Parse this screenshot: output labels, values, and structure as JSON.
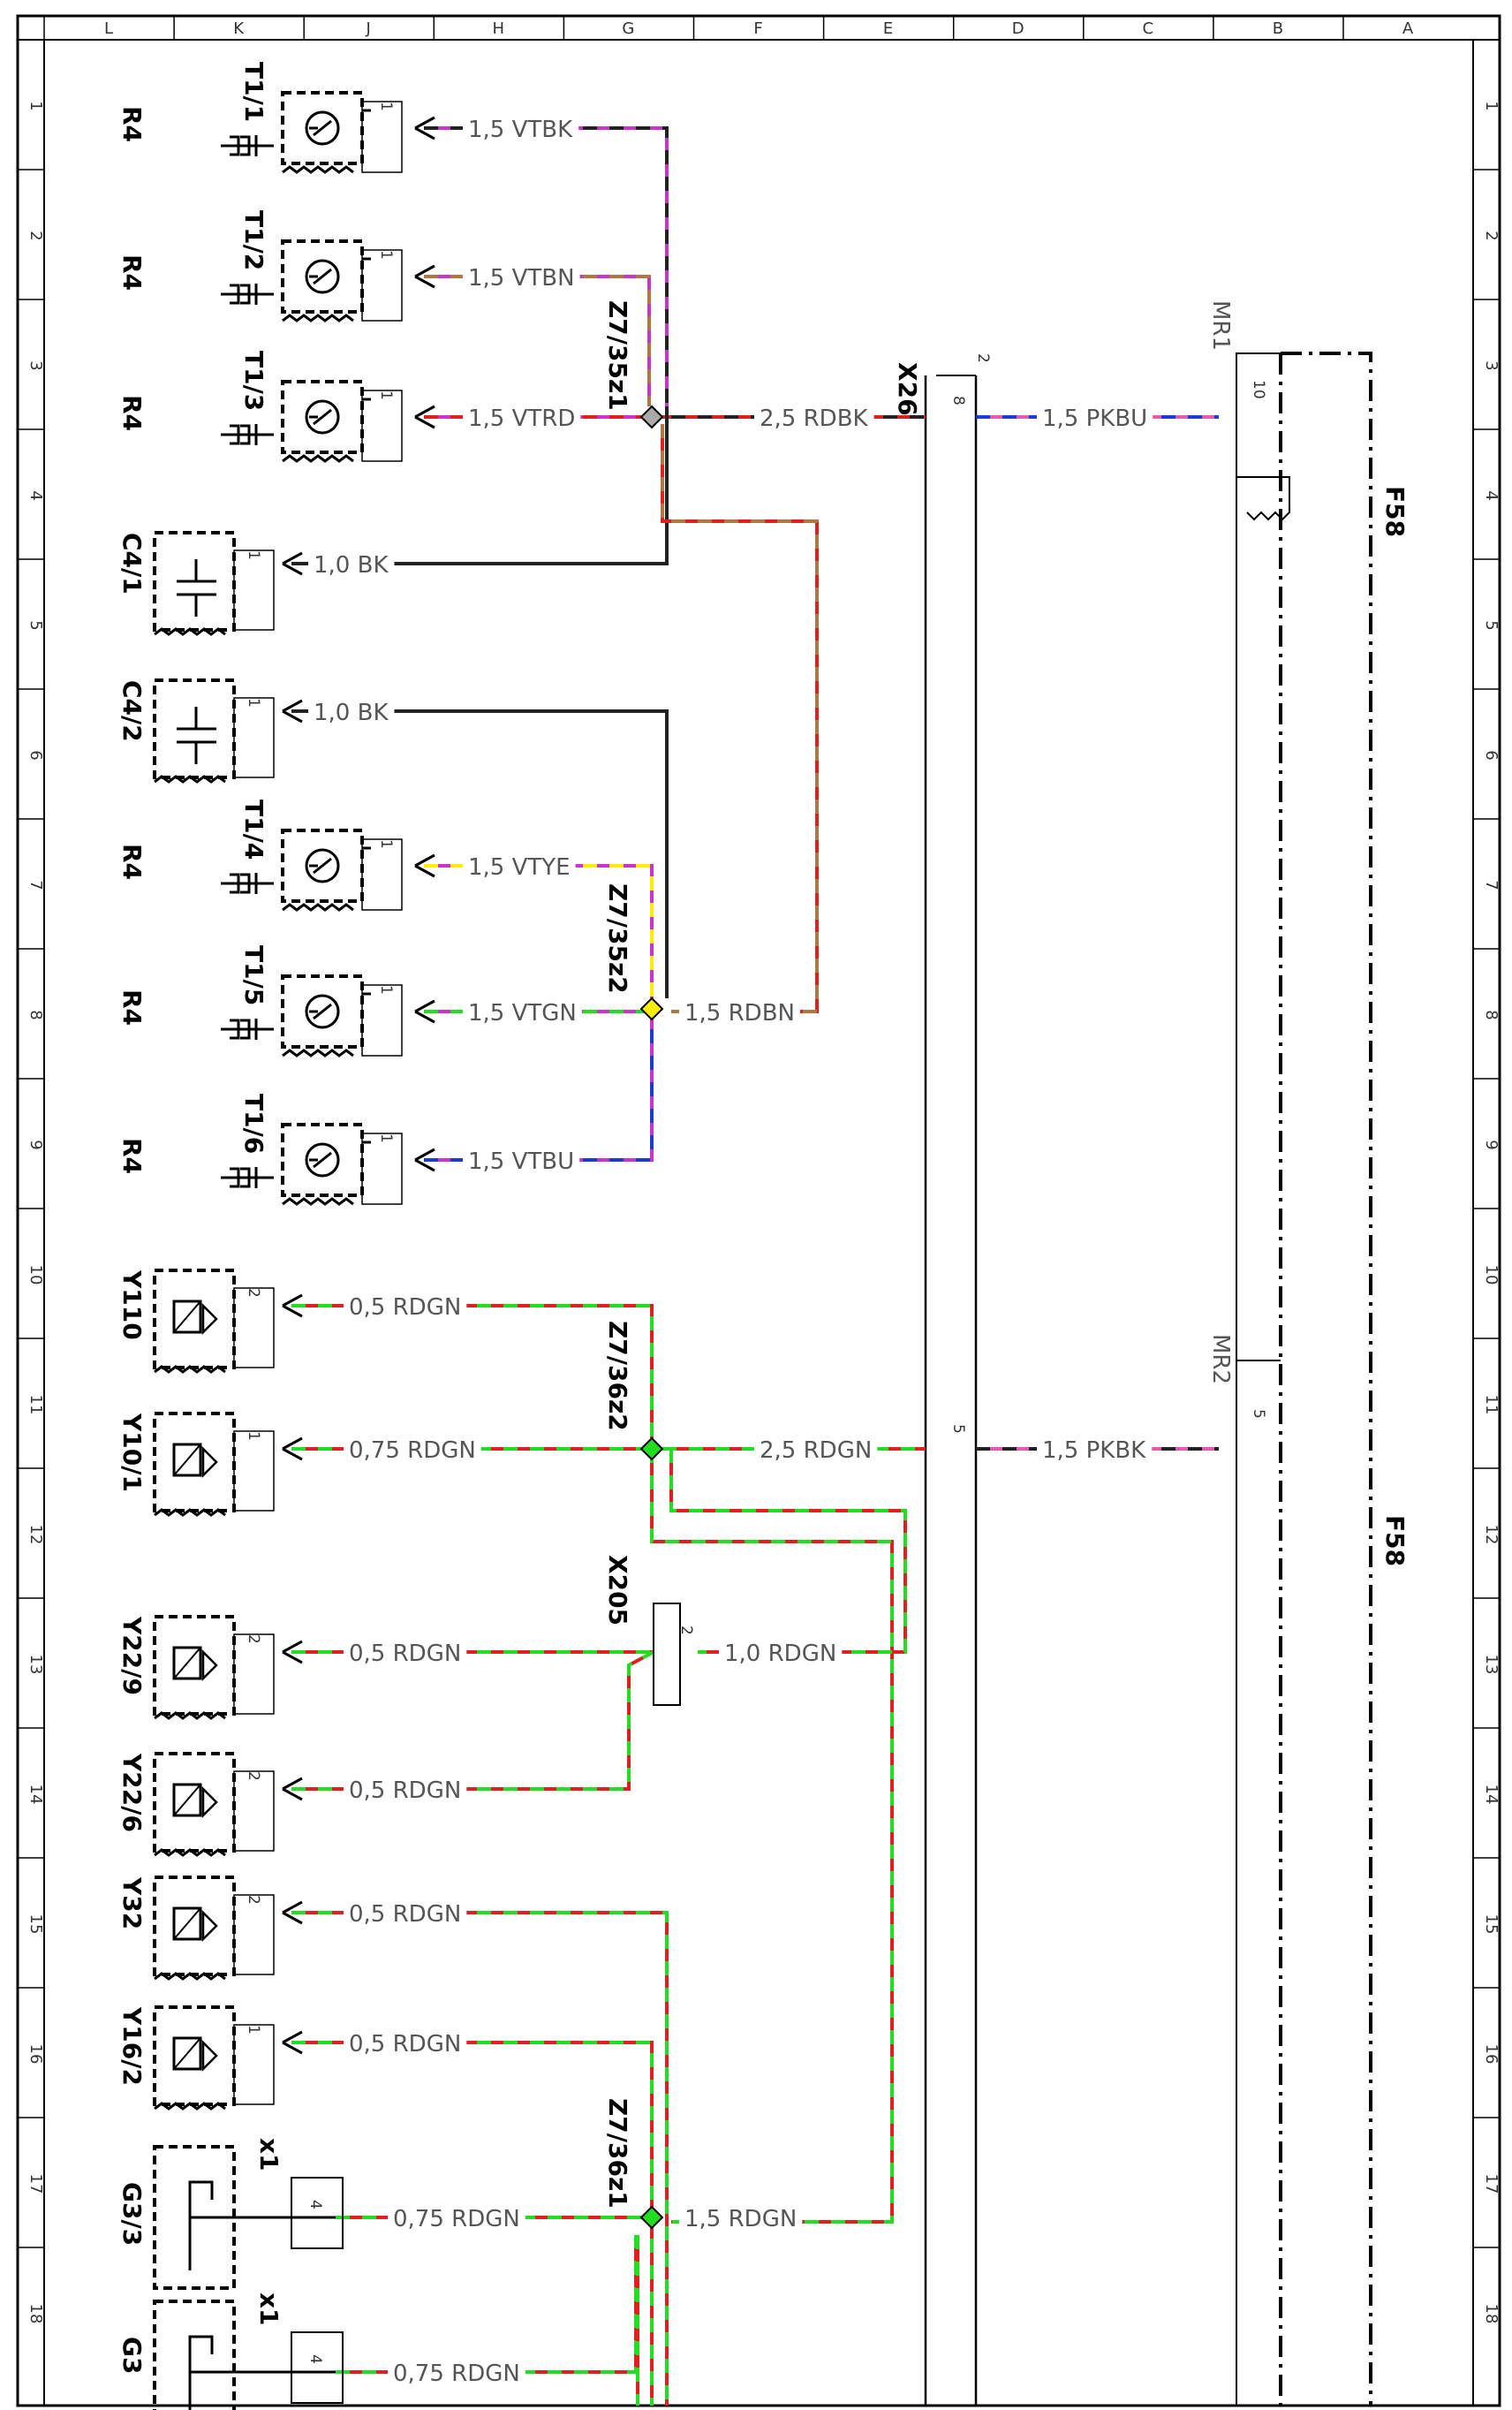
{
  "grid": {
    "columns": [
      "L",
      "K",
      "J",
      "H",
      "G",
      "F",
      "E",
      "D",
      "C",
      "B",
      "A"
    ],
    "rows": [
      "1",
      "2",
      "3",
      "4",
      "5",
      "6",
      "7",
      "8",
      "9",
      "10",
      "11",
      "12",
      "13",
      "14",
      "15",
      "16",
      "17",
      "18"
    ]
  },
  "components": {
    "t1_1": "T1/1",
    "t1_2": "T1/2",
    "t1_3": "T1/3",
    "t1_4": "T1/4",
    "t1_5": "T1/5",
    "t1_6": "T1/6",
    "r4": "R4",
    "c4_1": "C4/1",
    "c4_2": "C4/2",
    "y110": "Y110",
    "y10_1": "Y10/1",
    "y22_9": "Y22/9",
    "y22_6": "Y22/6",
    "y32": "Y32",
    "y16_2": "Y16/2",
    "g3_3": "G3/3",
    "g3": "G3",
    "x1": "x1",
    "z7_35z1": "Z7/35z1",
    "z7_35z2": "Z7/35z2",
    "z7_36z2": "Z7/36z2",
    "z7_36z1": "Z7/36z1",
    "x26": "X26",
    "x205": "X205",
    "mr1": "MR1",
    "mr2": "MR2",
    "f58": "F58"
  },
  "pins": {
    "p1": "1",
    "p2": "2",
    "p4": "4",
    "p5": "5",
    "p8": "8",
    "p10": "10"
  },
  "wires": {
    "vtbk": "1,5  VTBK",
    "vtbn": "1,5  VTBN",
    "vtrd": "1,5  VTRD",
    "bk1": "1,0  BK",
    "bk2": "1,0  BK",
    "rdbk": "2,5  RDBK",
    "pkbu": "1,5  PKBU",
    "vtye": "1,5  VTYE",
    "vtgn": "1,5  VTGN",
    "rdbn": "1,5  RDBN",
    "vtbu": "1,5  VTBU",
    "rdgn_05a": "0,5  RDGN",
    "rdgn_075a": "0,75  RDGN",
    "rdgn_25": "2,5  RDGN",
    "pkbk": "1,5  PKBK",
    "rdgn_05b": "0,5  RDGN",
    "rdgn_10": "1,0  RDGN",
    "rdgn_05c": "0,5  RDGN",
    "rdgn_05d": "0,5  RDGN",
    "rdgn_05e": "0,5  RDGN",
    "rdgn_075b": "0,75  RDGN",
    "rdgn_15": "1,5  RDGN",
    "rdgn_075c": "0,75  RDGN"
  },
  "wire_colors": {
    "VT": "#cc33cc",
    "BK": "#222222",
    "BN": "#b07840",
    "RD": "#e02020",
    "YE": "#ffee00",
    "GN": "#22dd22",
    "BU": "#1a3bd6",
    "PK": "#e85ab0"
  }
}
